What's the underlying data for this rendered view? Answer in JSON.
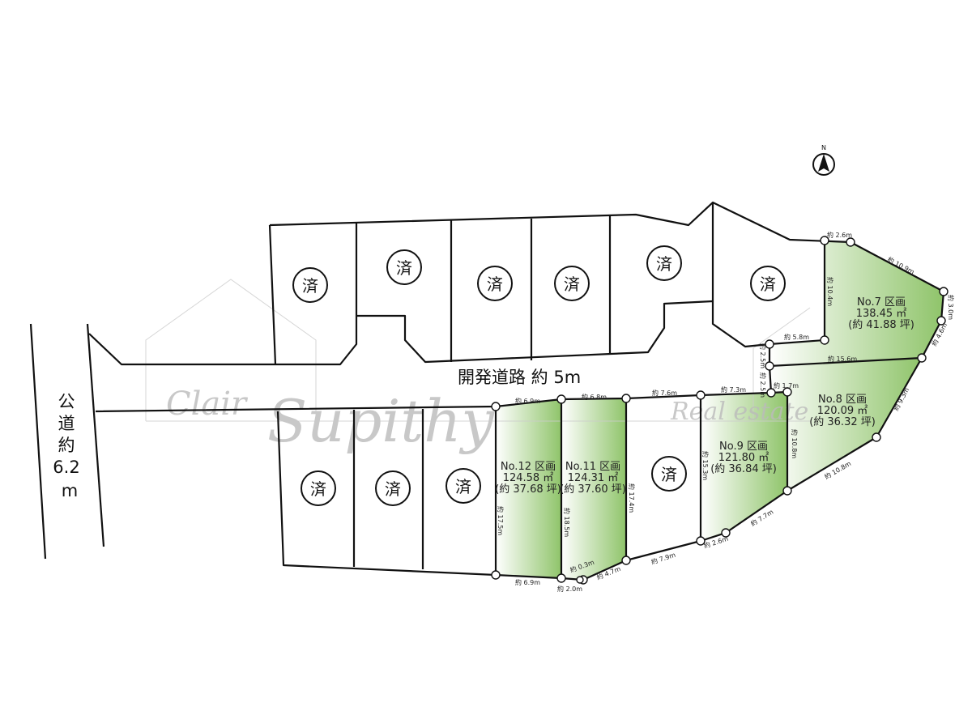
{
  "compass": {
    "label": "N"
  },
  "roads": {
    "development_road": "開発道路 約 5m",
    "public_road": [
      "公",
      "道",
      "約",
      "6.2",
      "m"
    ]
  },
  "watermark": {
    "brand_1": "Clair",
    "brand_2": "Supithy",
    "brand_3": "Real estate"
  },
  "sold_mark": "済",
  "lots": [
    {
      "name": "No.7 区画",
      "area": "138.45 ㎡",
      "tsubo": "(約 41.88 坪)"
    },
    {
      "name": "No.8 区画",
      "area": "120.09 ㎡",
      "tsubo": "(約 36.32 坪)"
    },
    {
      "name": "No.9 区画",
      "area": "121.80 ㎡",
      "tsubo": "(約 36.84 坪)"
    },
    {
      "name": "No.11 区画",
      "area": "124.31 ㎡",
      "tsubo": "(約 37.60 坪)"
    },
    {
      "name": "No.12 区画",
      "area": "124.58 ㎡",
      "tsubo": "(約 37.68 坪)"
    }
  ],
  "dims": [
    "約 2.6m",
    "約 10.9m",
    "約 3.0m",
    "約 10.4m",
    "約 4.6m",
    "約 5.8m",
    "約 15.6m",
    "約 2.5m",
    "約 2.5m",
    "約 1.7m",
    "約 9.3m",
    "約 10.8m",
    "約 10.8m",
    "約 7.3m",
    "約 7.6m",
    "約 6.8m",
    "約 6.9m",
    "約 15.3m",
    "約 17.4m",
    "約 18.5m",
    "約 17.5m",
    "約 6.9m",
    "約 2.0m",
    "約 0.3m",
    "約 4.7m",
    "約 7.9m",
    "約 2.6m",
    "約 7.7m"
  ],
  "colors": {
    "lot_green": "#8fc46a",
    "line": "#111111"
  }
}
